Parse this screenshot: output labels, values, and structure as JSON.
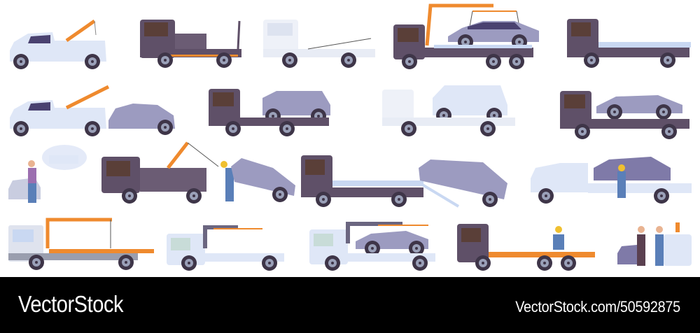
{
  "illustration": {
    "subject": "Tow trucks and roadside assistance flat icon set",
    "colors": {
      "light_truck": "#dfe7f7",
      "dark_truck": "#5f5068",
      "car": "#9c9bc0",
      "crane_orange": "#ef8a2e",
      "wheel": "#3e3548",
      "rim": "#9aa0b8",
      "worker": "#5a7fb8"
    },
    "items": [
      {
        "name": "pickup-wrecker",
        "row": 1
      },
      {
        "name": "dark-flatbed-empty",
        "row": 1
      },
      {
        "name": "white-flatbed-winch",
        "row": 1
      },
      {
        "name": "crane-flatbed-lifting-sedan",
        "row": 1
      },
      {
        "name": "dark-flatbed-tilted",
        "row": 1
      },
      {
        "name": "pickup-wrecker-towing-hatchback",
        "row": 2
      },
      {
        "name": "dark-flatbed-with-suv",
        "row": 2
      },
      {
        "name": "white-flatbed-with-van",
        "row": 2
      },
      {
        "name": "dark-flatbed-with-sedan",
        "row": 2
      },
      {
        "name": "driver-calling-tow-service",
        "row": 3
      },
      {
        "name": "wrecker-pulling-suv-with-worker",
        "row": 3
      },
      {
        "name": "flatbed-loading-suv-on-ramp",
        "row": 3
      },
      {
        "name": "worker-securing-car-on-flatbed",
        "row": 3
      },
      {
        "name": "crane-flatbed-orange",
        "row": 4
      },
      {
        "name": "white-flatbed-with-boom",
        "row": 4
      },
      {
        "name": "white-flatbed-carrying-sportscar",
        "row": 4
      },
      {
        "name": "worker-on-orange-trailer",
        "row": 4
      },
      {
        "name": "payment-handshake-with-tow-truck",
        "row": 4
      }
    ]
  },
  "footer": {
    "brand": "VectorStock",
    "url": "VectorStock.com/50592875"
  }
}
